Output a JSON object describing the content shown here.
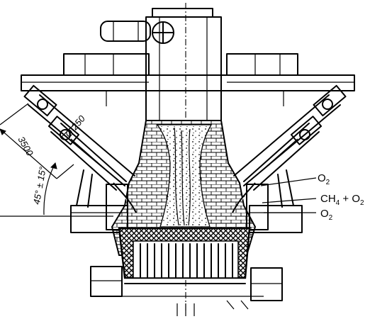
{
  "labels": {
    "o2_top": "O",
    "o2_top_sub": "2",
    "ch4_o2": "CH",
    "ch4_o2_sub1": "4",
    "ch4_o2_mid": " + O",
    "ch4_o2_sub2": "2",
    "o2_bottom": "O",
    "o2_bottom_sub": "2"
  },
  "dimensions": {
    "length": "3500",
    "diameter": "Ø 250",
    "angle": "45° ± 15°"
  },
  "colors": {
    "ink": "#000000",
    "paper": "#ffffff"
  }
}
